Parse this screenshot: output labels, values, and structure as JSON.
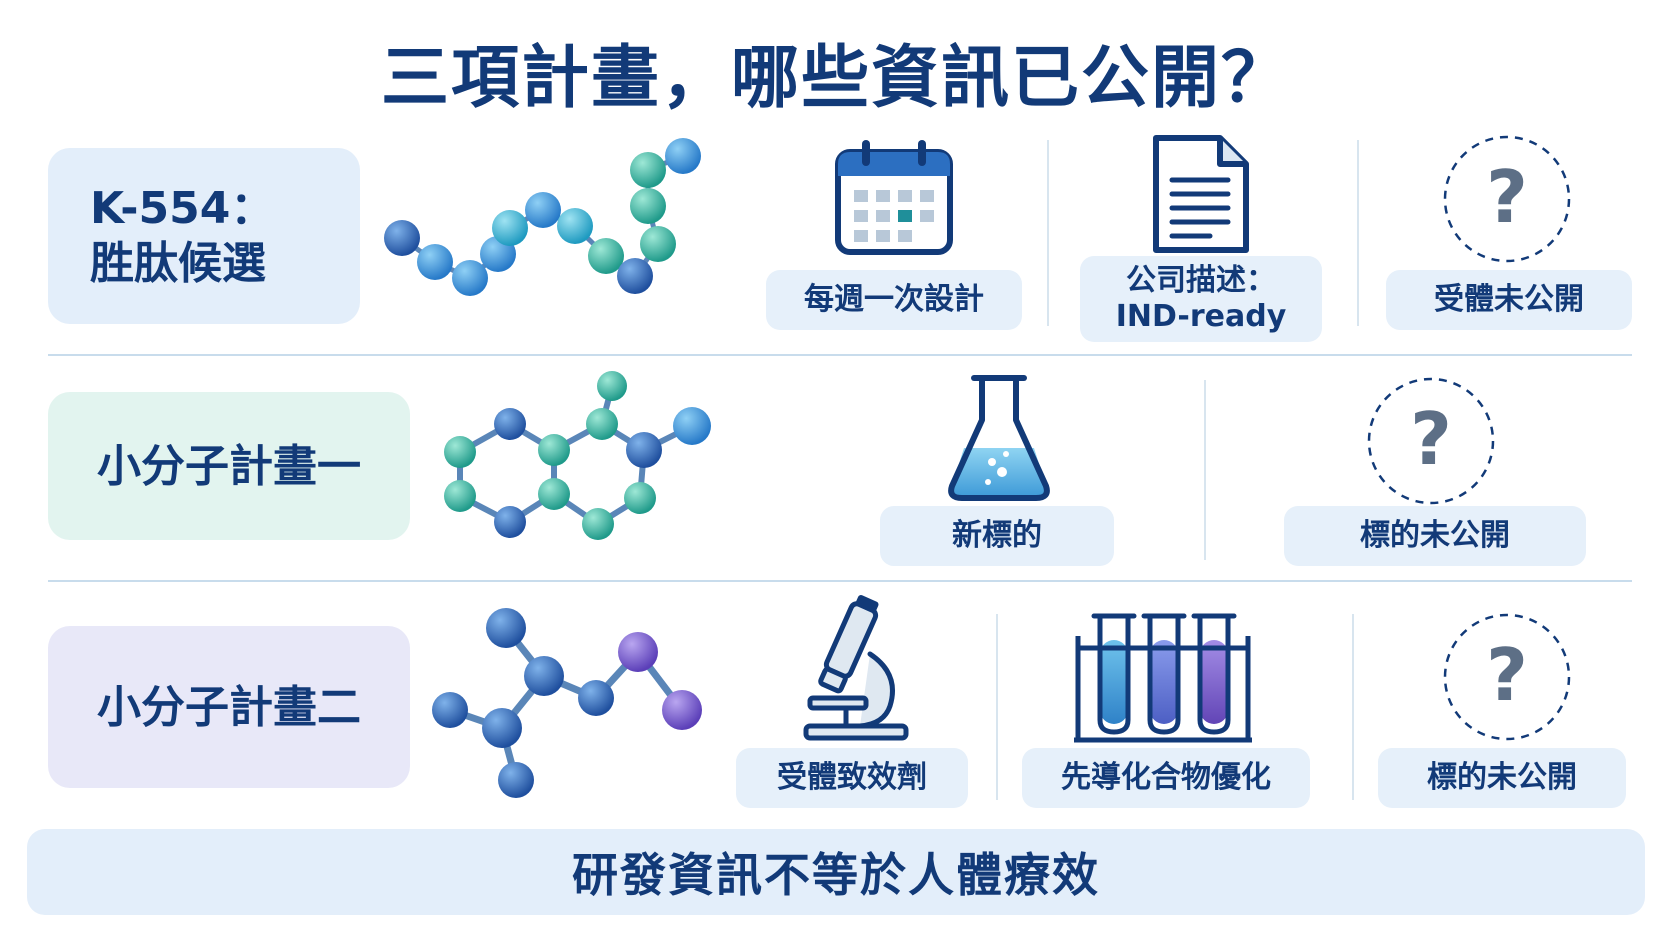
{
  "title": "三項計畫，哪些資訊已公開？",
  "rows": [
    {
      "label_line1": "K-554：",
      "label_line2": "胜肽候選",
      "items": [
        {
          "icon": "calendar-icon",
          "text": "每週一次設計"
        },
        {
          "icon": "document-icon",
          "text_line1": "公司描述：",
          "text_line2": "IND-ready"
        },
        {
          "icon": "question-icon",
          "text": "受體未公開"
        }
      ]
    },
    {
      "label": "小分子計畫一",
      "items": [
        {
          "icon": "flask-icon",
          "text": "新標的"
        },
        {
          "icon": "question-icon",
          "text": "標的未公開"
        }
      ]
    },
    {
      "label": "小分子計畫二",
      "items": [
        {
          "icon": "microscope-icon",
          "text": "受體致效劑"
        },
        {
          "icon": "test-tubes-icon",
          "text": "先導化合物優化"
        },
        {
          "icon": "question-icon",
          "text": "標的未公開"
        }
      ]
    }
  ],
  "footer": "研發資訊不等於人體療效",
  "colors": {
    "navy": "#123a78",
    "label_blue_bg": "#e3eefa",
    "label_green_bg": "#e2f4ef",
    "label_purple_bg": "#e8e8f8",
    "pill_bg": "#e6f0fa"
  }
}
